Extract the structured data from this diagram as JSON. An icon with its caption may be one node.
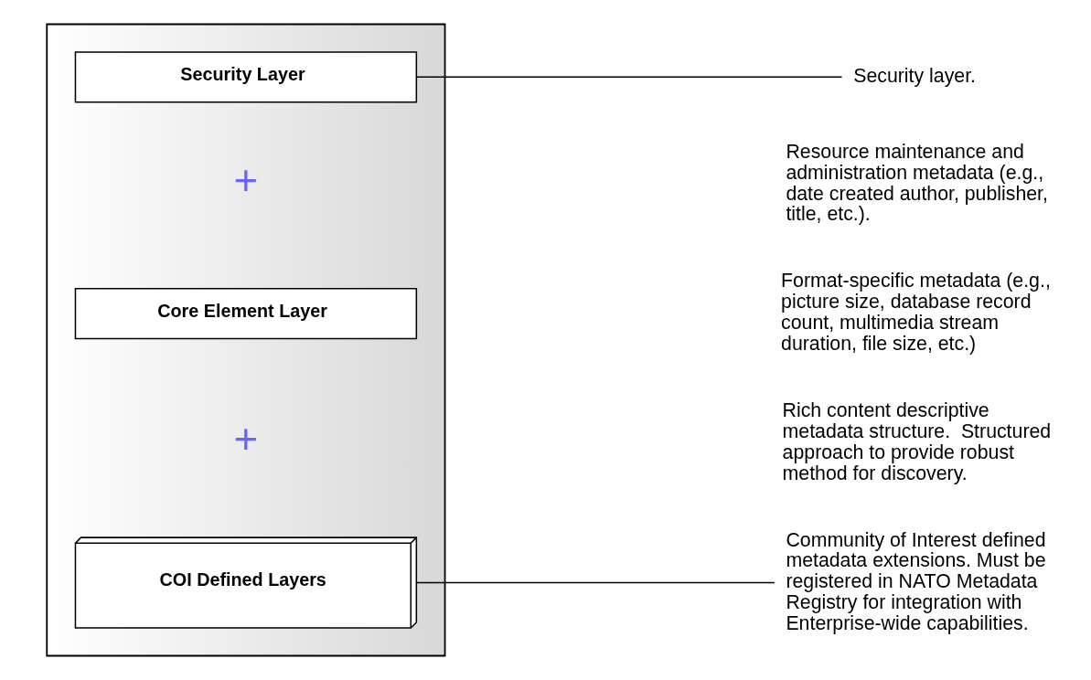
{
  "diagram": {
    "nodes": [
      {
        "text": [],
        "shape": "box"
      },
      {
        "text": [
          "Security Layer"
        ],
        "in": 0
      },
      {
        "text": [
          "Core Element Layer"
        ],
        "in": 0
      },
      {
        "text": [
          "COI Defined Layers"
        ],
        "in": 0
      },
      {
        "text": [
          "Security layer."
        ]
      },
      {
        "text": [
          "Community of Interest defined metadata extensions. Must be registered in NATO Metadata Registry for integration with Enterprise-wide capabilities."
        ]
      }
    ],
    "edges": [
      {
        "from": 1,
        "to": 4,
        "arrow": "none"
      },
      {
        "from": 3,
        "to": 5,
        "arrow": "none"
      }
    ],
    "labels": [
      "Resource maintenance and administration metadata (e.g., date created author, publisher, title, etc.).",
      "+",
      "Format-specific metadata (e.g., picture size, database record count, multimedia stream duration, file size, etc.)",
      "Rich content descriptive metadata structure.  Structured approach to provide robust method for discovery.",
      "+"
    ]
  }
}
